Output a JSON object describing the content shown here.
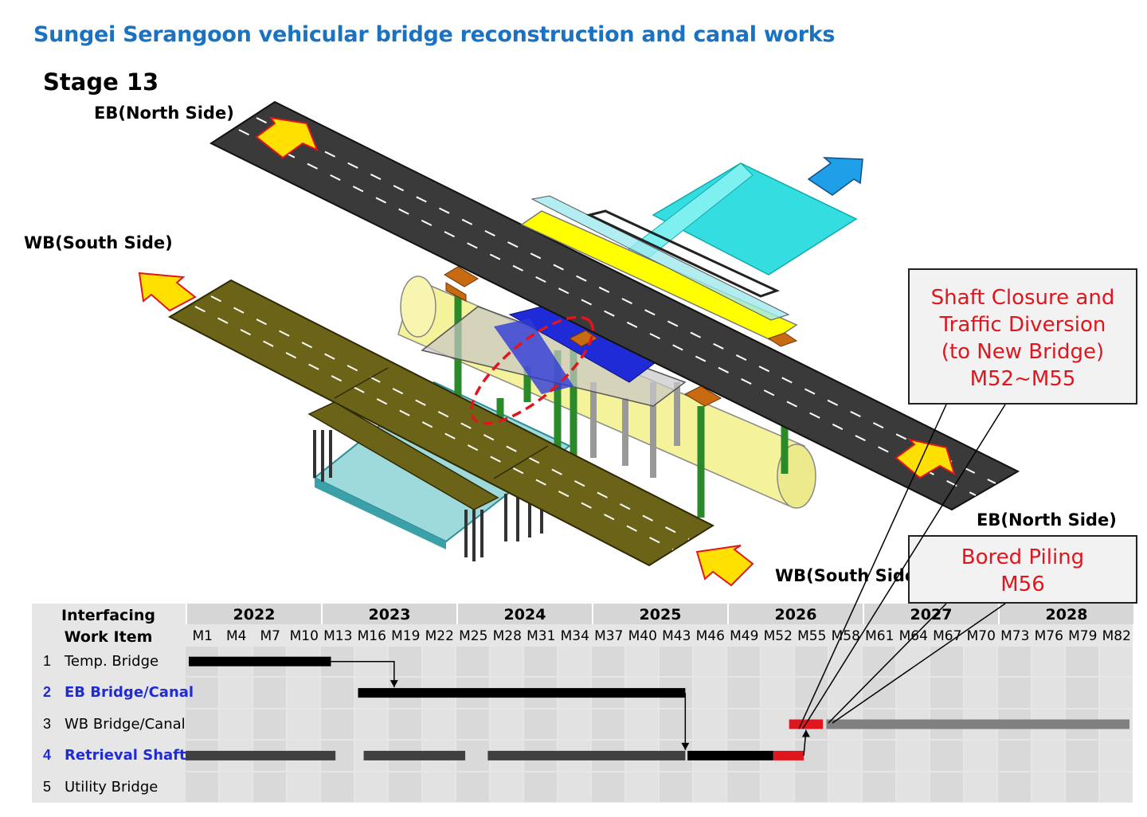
{
  "title": "Sungei Serangoon vehicular bridge reconstruction and canal works",
  "stage": "Stage 13",
  "labels": {
    "eb_top": "EB(North Side)",
    "wb_left": "WB(South Side)",
    "eb_right": "EB(North Side)",
    "wb_bottom": "WB(South Side)"
  },
  "callouts": {
    "shaft_closure": [
      "Shaft Closure and",
      "Traffic Diversion",
      "(to New Bridge)",
      "M52~M55"
    ],
    "bored_piling": [
      "Bored Piling",
      "M56"
    ]
  },
  "gantt": {
    "header_title": [
      "Interfacing",
      "Work Item"
    ],
    "years": [
      "2022",
      "2023",
      "2024",
      "2025",
      "2026",
      "2027",
      "2028"
    ],
    "months": [
      "M1",
      "M4",
      "M7",
      "M10",
      "M13",
      "M16",
      "M19",
      "M22",
      "M25",
      "M28",
      "M31",
      "M34",
      "M37",
      "M40",
      "M43",
      "M46",
      "M49",
      "M52",
      "M55",
      "M58",
      "M61",
      "M64",
      "M67",
      "M70",
      "M73",
      "M76",
      "M79",
      "M82"
    ],
    "rows": [
      {
        "num": "1",
        "label": "Temp. Bridge",
        "highlight": false
      },
      {
        "num": "2",
        "label": "EB Bridge/Canal",
        "highlight": true
      },
      {
        "num": "3",
        "label": "WB Bridge/Canal",
        "highlight": false
      },
      {
        "num": "4",
        "label": "Retrieval Shaft",
        "highlight": true
      },
      {
        "num": "5",
        "label": "Utility Bridge",
        "highlight": false
      }
    ],
    "bars": [
      {
        "row": 0,
        "start": 1,
        "end": 13.6,
        "color": "#000000"
      },
      {
        "row": 1,
        "start": 16,
        "end": 19,
        "color": "#000000"
      },
      {
        "row": 1,
        "start": 19,
        "end": 45,
        "color": "#000000"
      },
      {
        "row": 2,
        "start": 54.2,
        "end": 57.2,
        "color": "#e0161e"
      },
      {
        "row": 2,
        "start": 57.5,
        "end": 85,
        "color": "#808080"
      },
      {
        "row": 3,
        "start": -0.2,
        "end": 14,
        "color": "#404040"
      },
      {
        "row": 3,
        "start": 16.5,
        "end": 25.5,
        "color": "#404040"
      },
      {
        "row": 3,
        "start": 27.5,
        "end": 45,
        "color": "#404040"
      },
      {
        "row": 3,
        "start": 45.2,
        "end": 52.8,
        "color": "#000000"
      },
      {
        "row": 3,
        "start": 52.8,
        "end": 55.5,
        "color": "#e0161e"
      }
    ]
  },
  "colors": {
    "title": "#1a72c0",
    "callout_text": "#e0161e",
    "eb_deck": "#3a3a3a",
    "wb_deck": "#6b6418",
    "arrow_yellow": "#ffe000",
    "arrow_blue": "#1e9fe8"
  }
}
